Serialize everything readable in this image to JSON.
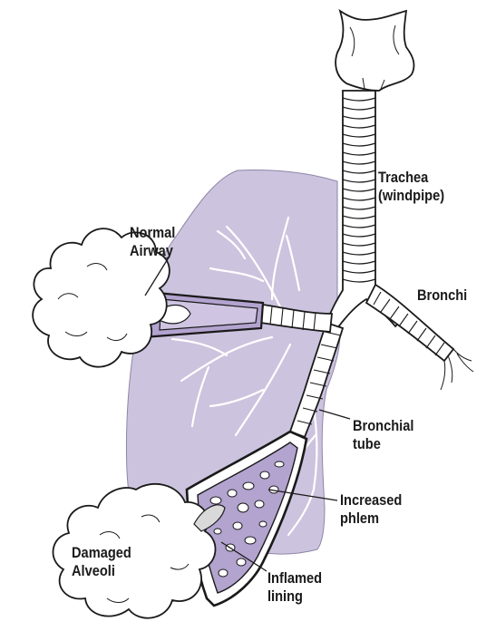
{
  "colors": {
    "lung_fill": "#ccc3de",
    "airway_fill": "#b3a3cf",
    "outline": "#1a1a1a",
    "background": "#ffffff"
  },
  "labels": {
    "trachea": {
      "line1": "Trachea",
      "line2": "(windpipe)"
    },
    "bronchi": {
      "line1": "Bronchi"
    },
    "normal_airway": {
      "line1": "Normal",
      "line2": "Airway"
    },
    "bronchial_tube": {
      "line1": "Bronchial",
      "line2": "tube"
    },
    "increased_phlem": {
      "line1": "Increased",
      "line2": "phlem"
    },
    "damaged_alveoli": {
      "line1": "Damaged",
      "line2": "Alveoli"
    },
    "inflamed_lining": {
      "line1": "Inflamed",
      "line2": "lining"
    }
  }
}
